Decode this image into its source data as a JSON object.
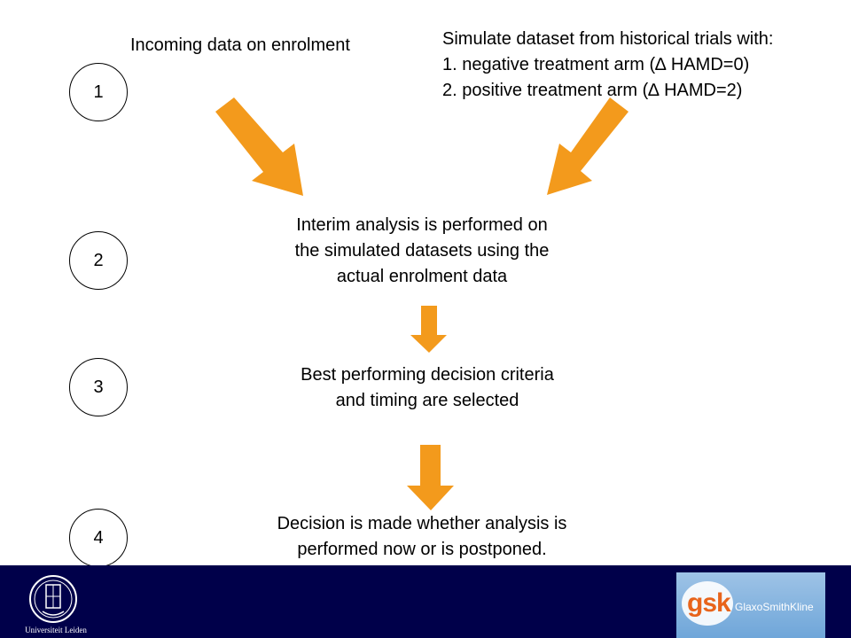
{
  "steps": [
    "1",
    "2",
    "3",
    "4"
  ],
  "incoming": "Incoming data on enrolment",
  "simulate": {
    "line1": "Simulate dataset from historical trials with:",
    "line2": "1. negative treatment arm (∆ HAMD=0)",
    "line3": "2. positive treatment arm (∆ HAMD=2)"
  },
  "interim": {
    "line1": "Interim analysis is performed on",
    "line2": "the simulated datasets using the",
    "line3": "actual enrolment data"
  },
  "best": {
    "line1": "Best performing decision criteria",
    "line2": "and timing are selected"
  },
  "decision": {
    "line1": "Decision is made whether analysis is",
    "line2": "performed now or is postponed."
  },
  "footer": {
    "leiden": "Universiteit Leiden",
    "gsk_mark": "gsk",
    "gsk_name": "GlaxoSmithKline"
  },
  "colors": {
    "arrow": "#f39a1c",
    "footer": "#00004a"
  }
}
